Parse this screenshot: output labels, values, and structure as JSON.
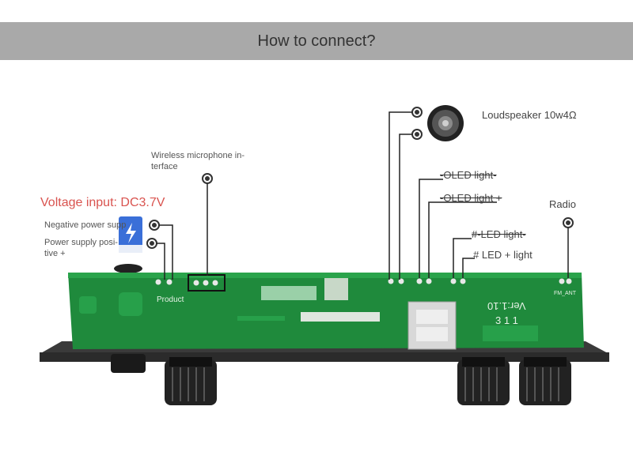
{
  "header": {
    "title": "How to connect?"
  },
  "labels": {
    "wireless_mic": "Wireless microphone in-\nterface",
    "voltage_input": "Voltage input: DC3.7V",
    "negative_power": "Negative power supp",
    "power_positive": "Power supply posi-\ntive +",
    "product": "Product",
    "loudspeaker": "Loudspeaker 10w4Ω",
    "oled_minus": "-OLED light-",
    "oled_plus": "-OLED light +",
    "radio": "Radio",
    "led_minus": "#-LED light-",
    "led_plus": "# LED + light"
  },
  "board": {
    "version": "Ver:1.10",
    "model": "3 1 1",
    "fm_ant": "FM_ANT"
  },
  "icons": [
    "battery-icon",
    "speaker-icon",
    "connector-ring-icon"
  ],
  "colors": {
    "header_bg": "#a9a9a9",
    "pcb_green": "#1f8a3c",
    "voltage_red": "#d9534f",
    "line_color": "#222222"
  }
}
